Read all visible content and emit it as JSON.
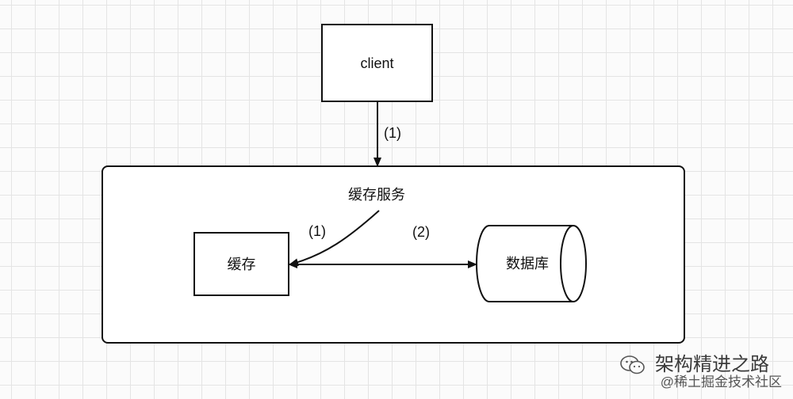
{
  "nodes": {
    "client": {
      "label": "client"
    },
    "service": {
      "label": "缓存服务"
    },
    "cache": {
      "label": "缓存"
    },
    "database": {
      "label": "数据库"
    }
  },
  "edges": {
    "client_to_service": {
      "label": "(1)"
    },
    "service_to_cache": {
      "label": "(1)"
    },
    "cache_to_database": {
      "label": "(2)"
    }
  },
  "watermark": {
    "line1": "架构精进之路",
    "line2": "@稀土掘金技术社区",
    "icon": "wechat-icon"
  },
  "colors": {
    "stroke": "#111111",
    "grid": "#e4e4e4",
    "background": "#fbfbfb"
  }
}
